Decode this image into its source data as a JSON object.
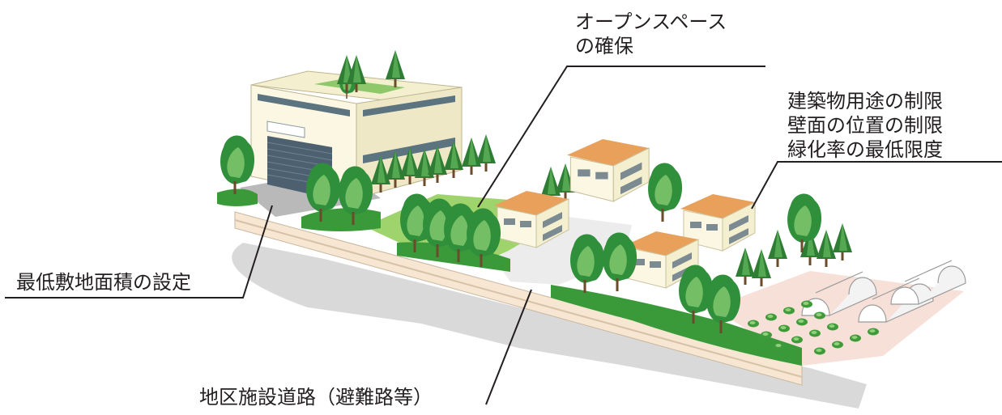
{
  "labels": {
    "open_space": [
      "オープンスペース",
      "の確保"
    ],
    "building_rules": [
      "建築物用途の制限",
      "壁面の位置の制限",
      "緑化率の最低限度"
    ],
    "min_lot_area": "最低敷地面積の設定",
    "district_road": "地区施設道路（避難路等）"
  },
  "colors": {
    "tree_dark": "#2f8f3a",
    "tree_light": "#7cc46a",
    "hedge": "#3a9a3a",
    "lawn": "#9fd36b",
    "roof": "#e8a05a",
    "wall": "#f4efcf",
    "road": "#f7e6d2",
    "shadow": "#d9d9d9",
    "line": "#231f20"
  }
}
